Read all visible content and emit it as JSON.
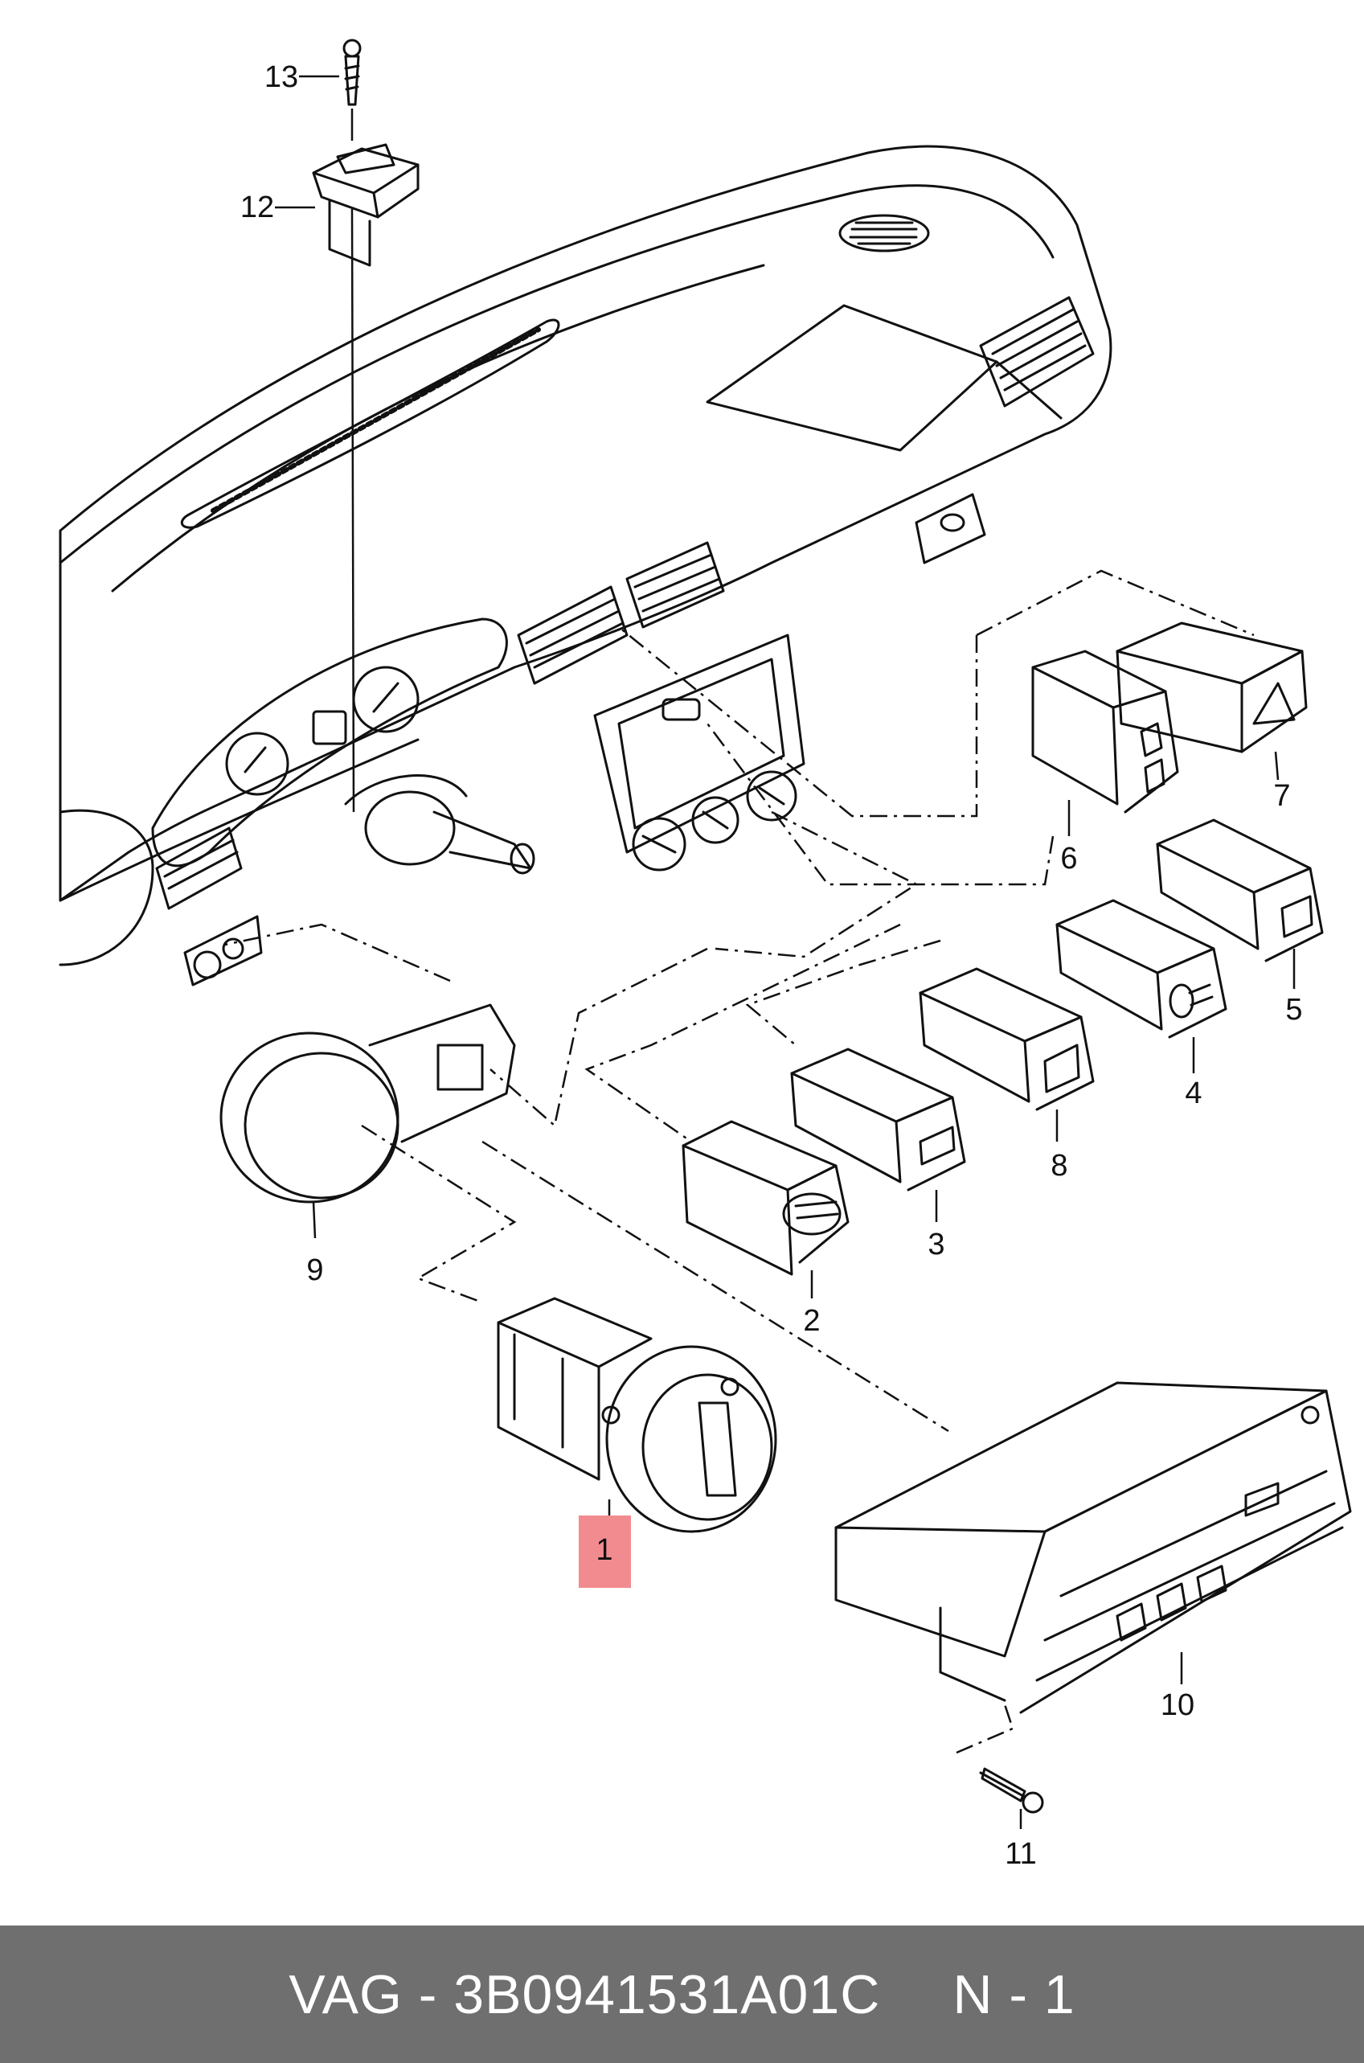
{
  "part_labels": [
    "1",
    "2",
    "3",
    "4",
    "5",
    "6",
    "7",
    "8",
    "9",
    "10",
    "11",
    "12",
    "13"
  ],
  "highlighted_part": "1",
  "colors": {
    "highlight": "#f28b8f",
    "footer_bg": "#6f6f6f",
    "footer_text": "#ffffff",
    "line": "#111111"
  },
  "footer": {
    "part_number": "VAG - 3B0941531A01C",
    "quantity": "N - 1"
  }
}
